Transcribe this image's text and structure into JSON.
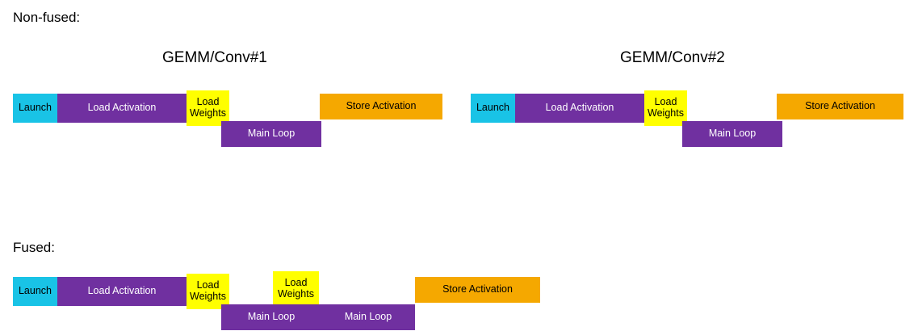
{
  "labels": {
    "non_fused": "Non-fused:",
    "fused": "Fused:"
  },
  "titles": {
    "gemm1": "GEMM/Conv#1",
    "gemm2": "GEMM/Conv#2"
  },
  "colors": {
    "launch": "#19c3e6",
    "load_activation": "#7030a0",
    "load_weights": "#ffff00",
    "main_loop": "#7030a0",
    "store_activation": "#f5a800",
    "text_dark": "#000000",
    "text_light": "#ffffff"
  },
  "blocks": {
    "nonfused1": {
      "launch": "Launch",
      "load_activation": "Load Activation",
      "load_weights": "Load\nWeights",
      "main_loop": "Main Loop",
      "store_activation": "Store Activation"
    },
    "nonfused2": {
      "launch": "Launch",
      "load_activation": "Load Activation",
      "load_weights": "Load\nWeights",
      "main_loop": "Main Loop",
      "store_activation": "Store Activation"
    },
    "fused": {
      "launch": "Launch",
      "load_activation": "Load Activation",
      "load_weights_1": "Load\nWeights",
      "load_weights_2": "Load\nWeights",
      "main_loop_1": "Main Loop",
      "main_loop_2": "Main Loop",
      "store_activation": "Store Activation"
    }
  }
}
